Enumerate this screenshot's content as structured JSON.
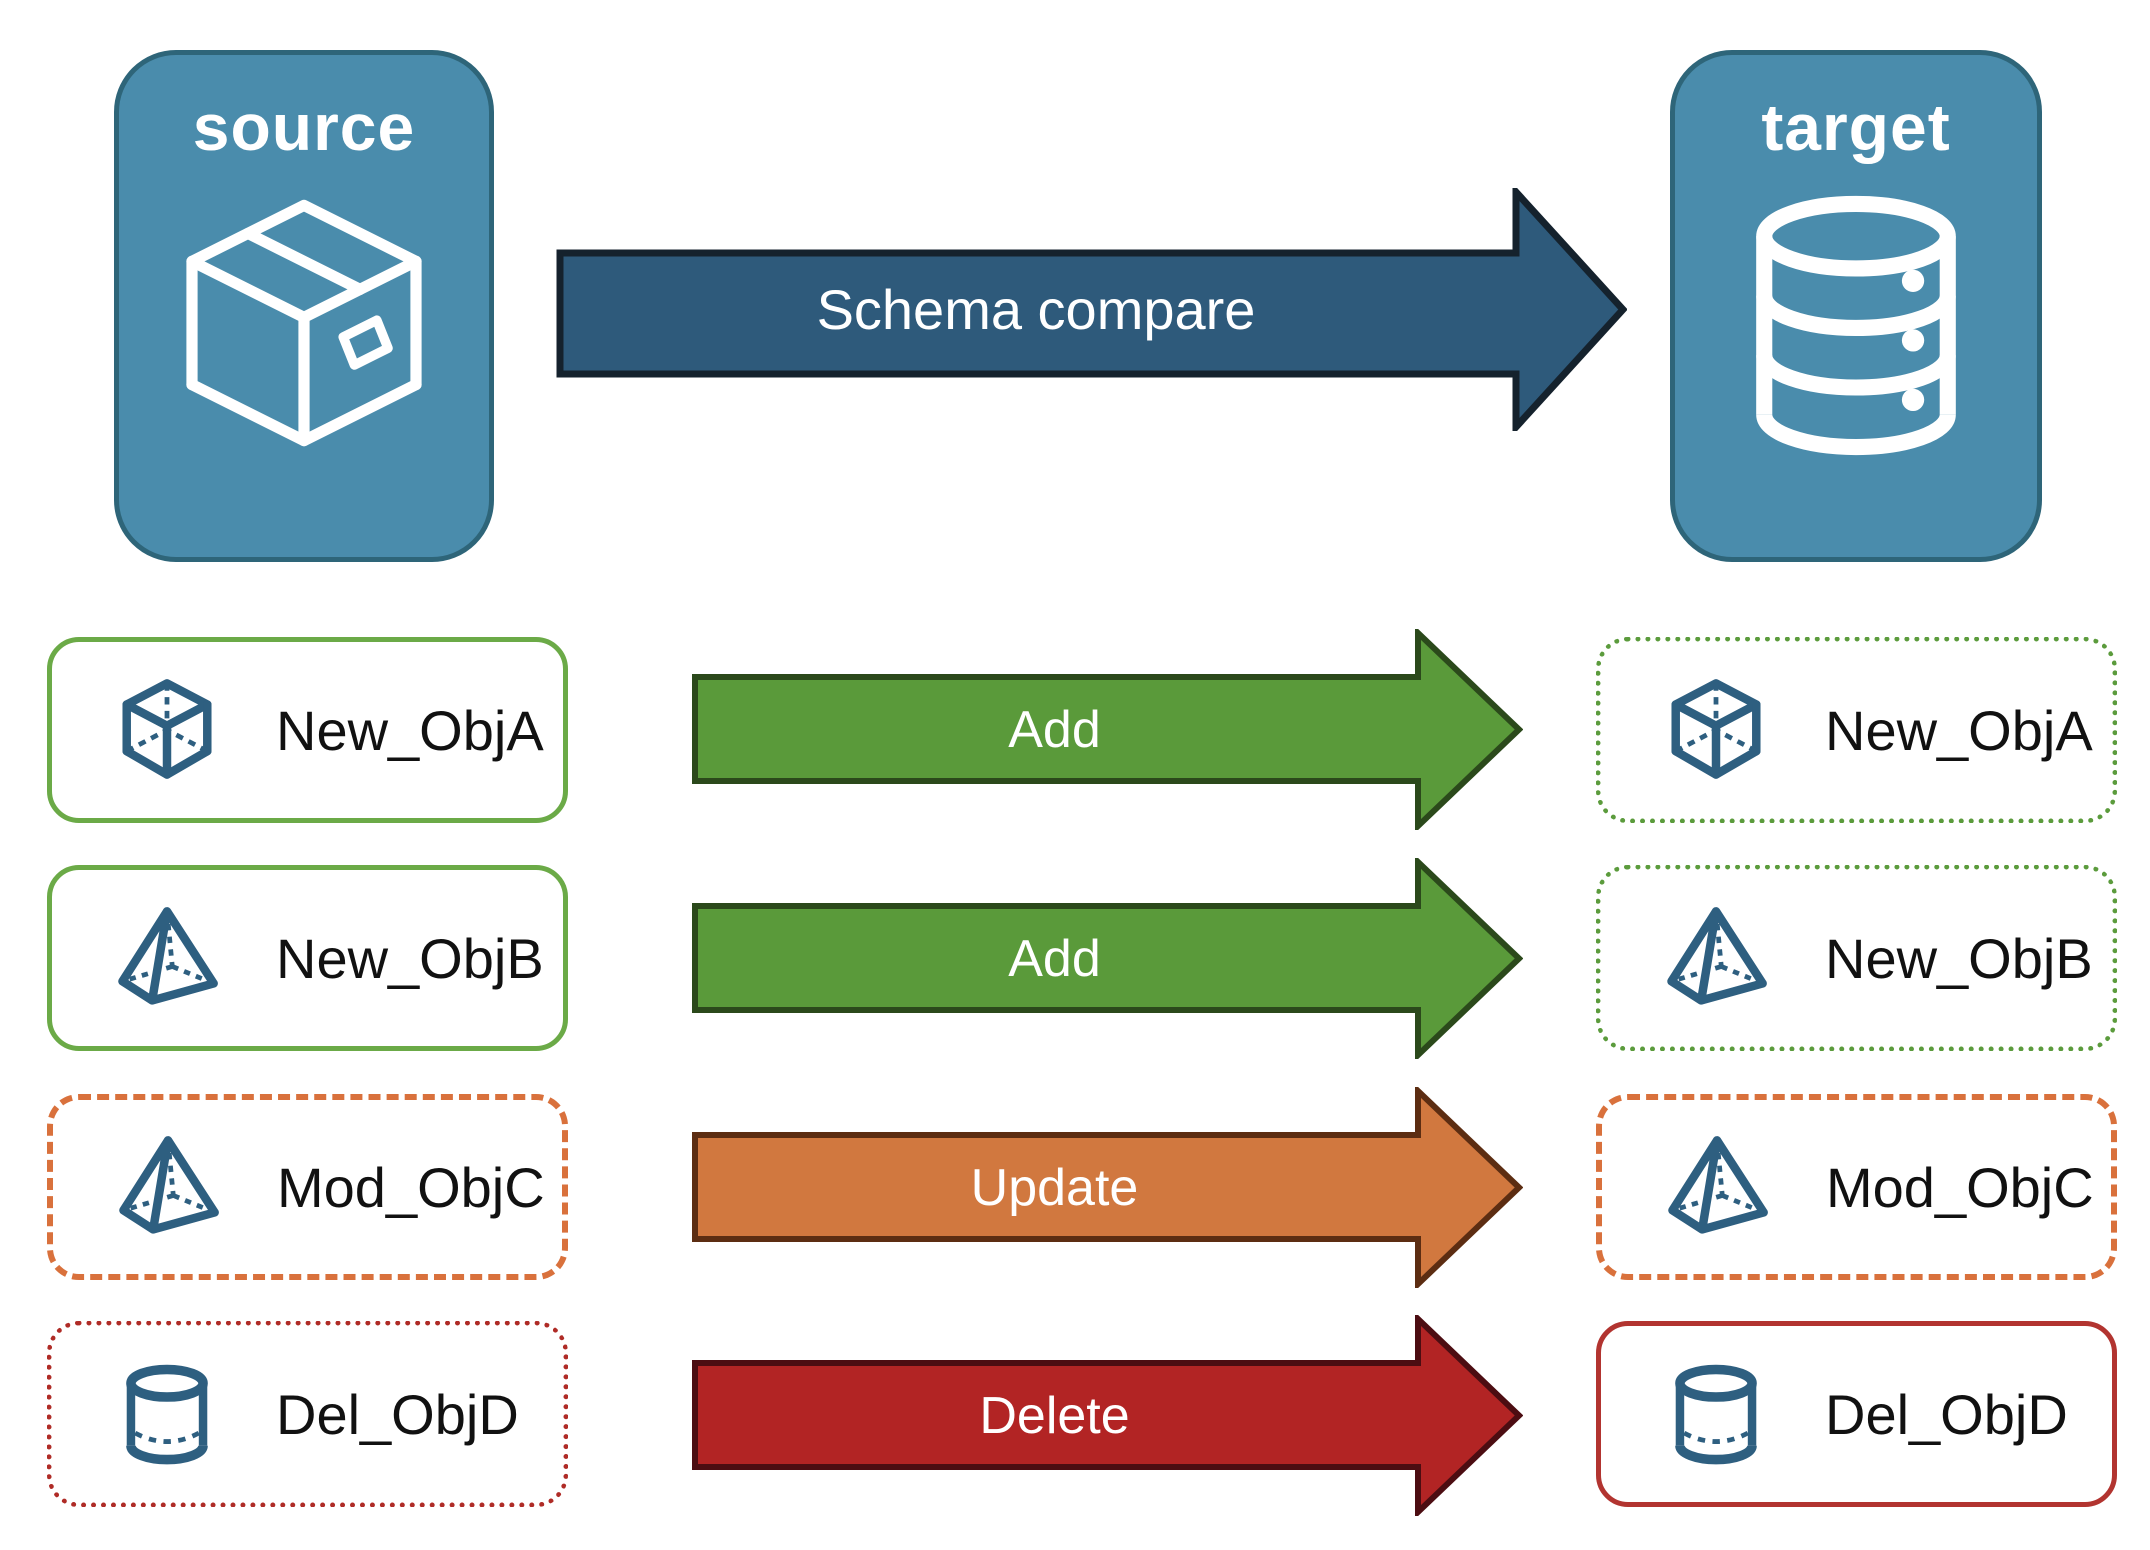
{
  "nodes": {
    "source_label": "source",
    "target_label": "target",
    "source_icon": "package-icon",
    "target_icon": "database-icon"
  },
  "main_arrow": {
    "label": "Schema compare"
  },
  "rows": [
    {
      "object": "New_ObjA",
      "action": "Add",
      "icon": "cube-icon",
      "source_border": "green-solid",
      "target_border": "green-dotted"
    },
    {
      "object": "New_ObjB",
      "action": "Add",
      "icon": "pyramid-icon",
      "source_border": "green-solid",
      "target_border": "green-dotted"
    },
    {
      "object": "Mod_ObjC",
      "action": "Update",
      "icon": "pyramid-icon",
      "source_border": "orange-dashed",
      "target_border": "orange-dashed"
    },
    {
      "object": "Del_ObjD",
      "action": "Delete",
      "icon": "cylinder-icon",
      "source_border": "red-dotted",
      "target_border": "red-solid"
    }
  ],
  "colors": {
    "node_fill": "#4A8CAC",
    "node_border": "#2E6579",
    "schema_arrow_fill": "#2E5A7B",
    "add_arrow_fill": "#5A9A3A",
    "update_arrow_fill": "#D1783F",
    "delete_arrow_fill": "#B22424",
    "green_solid_border": "#6BAA47",
    "green_dotted_border": "#5B9B3C",
    "orange_dashed_border": "#D9713C",
    "red_dotted_border": "#AF2B26",
    "red_solid_border": "#B23430",
    "object_icon_stroke": "#2E5F80"
  }
}
